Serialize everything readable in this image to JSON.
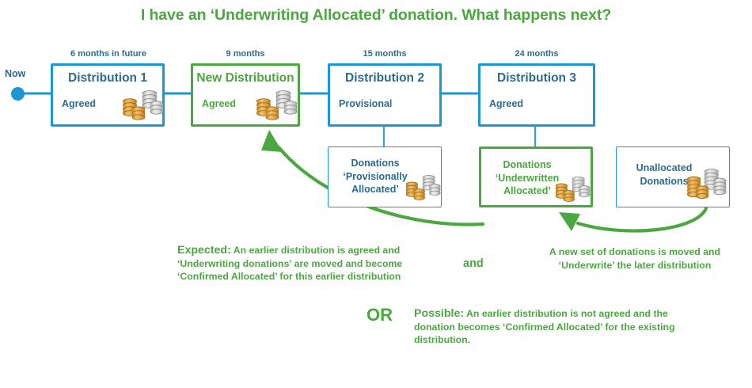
{
  "title": "I have an ‘Underwriting Allocated’ donation. What happens next?",
  "colors": {
    "blue": "#1B97D4",
    "blue_text": "#2E6B8E",
    "green": "#4BA73F",
    "white": "#FFFFFF",
    "coin_gold": "#E6A13C",
    "coin_silver": "#CFCFCF"
  },
  "timeline": {
    "now_label": "Now",
    "now_marker": "now-dot",
    "boxes": [
      {
        "caption": "6 months in future",
        "title": "Distribution 1",
        "status": "Agreed",
        "accent": "blue",
        "has_coins": true
      },
      {
        "caption": "9 months",
        "title": "New Distribution",
        "status": "Agreed",
        "accent": "green",
        "has_coins": true
      },
      {
        "caption": "15 months",
        "title": "Distribution 2",
        "status": "Provisional",
        "accent": "blue",
        "has_coins": false
      },
      {
        "caption": "24 months",
        "title": "Distribution 3",
        "status": "Agreed",
        "accent": "blue",
        "has_coins": false
      }
    ]
  },
  "donation_boxes": [
    {
      "lines": [
        "Donations",
        "‘Provisionally",
        "Allocated’"
      ],
      "accent": "blue",
      "has_coins": true
    },
    {
      "lines": [
        "Donations",
        "‘Underwritten",
        "Allocated’"
      ],
      "accent": "green",
      "has_coins": true
    },
    {
      "lines": [
        "Unallocated",
        "Donations"
      ],
      "accent": "blue",
      "has_coins": true
    }
  ],
  "notes": {
    "expected": {
      "lead": "Expected:",
      "body": " An earlier distribution is agreed and ‘Underwriting donations’ are moved and become ‘Confirmed Allocated’ for this earlier distribution"
    },
    "conjunction": "and",
    "right": "A new set of donations is moved and ‘Underwrite’ the later distribution",
    "or": "OR",
    "possible": {
      "lead": "Possible:",
      "body": " An earlier distribution is not agreed and the donation becomes ‘Confirmed Allocated’ for the existing distribution."
    }
  }
}
